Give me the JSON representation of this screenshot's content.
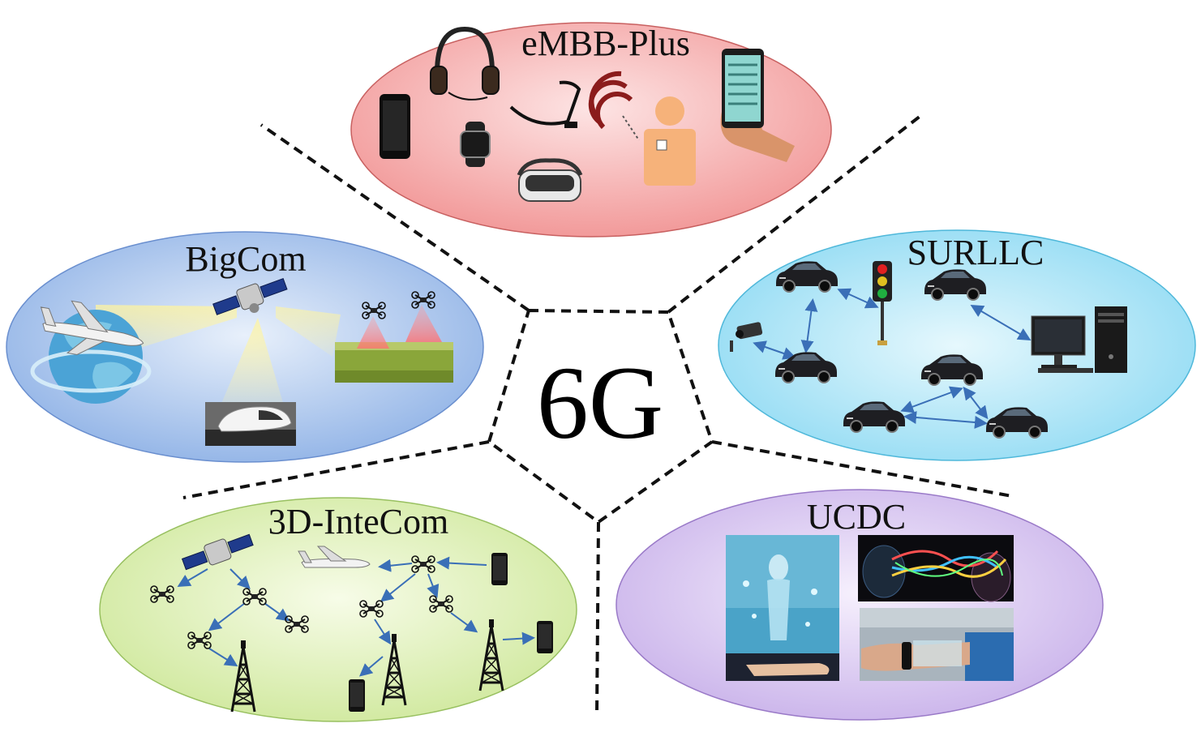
{
  "center_label": "6G",
  "regions": {
    "embb": {
      "title": "eMBB-Plus"
    },
    "bigcom": {
      "title": "BigCom"
    },
    "surllc": {
      "title": "SURLLC"
    },
    "intecom": {
      "title": "3D-InteCom"
    },
    "ucdc": {
      "title": "UCDC"
    }
  },
  "colors": {
    "embb_fill": "#f4a8a8",
    "bigcom_fill": "#a9c6ee",
    "surllc_fill": "#a9e4f7",
    "intecom_fill": "#dcf0b6",
    "ucdc_fill": "#d8c6ee",
    "arrow": "#3a6fb7"
  }
}
